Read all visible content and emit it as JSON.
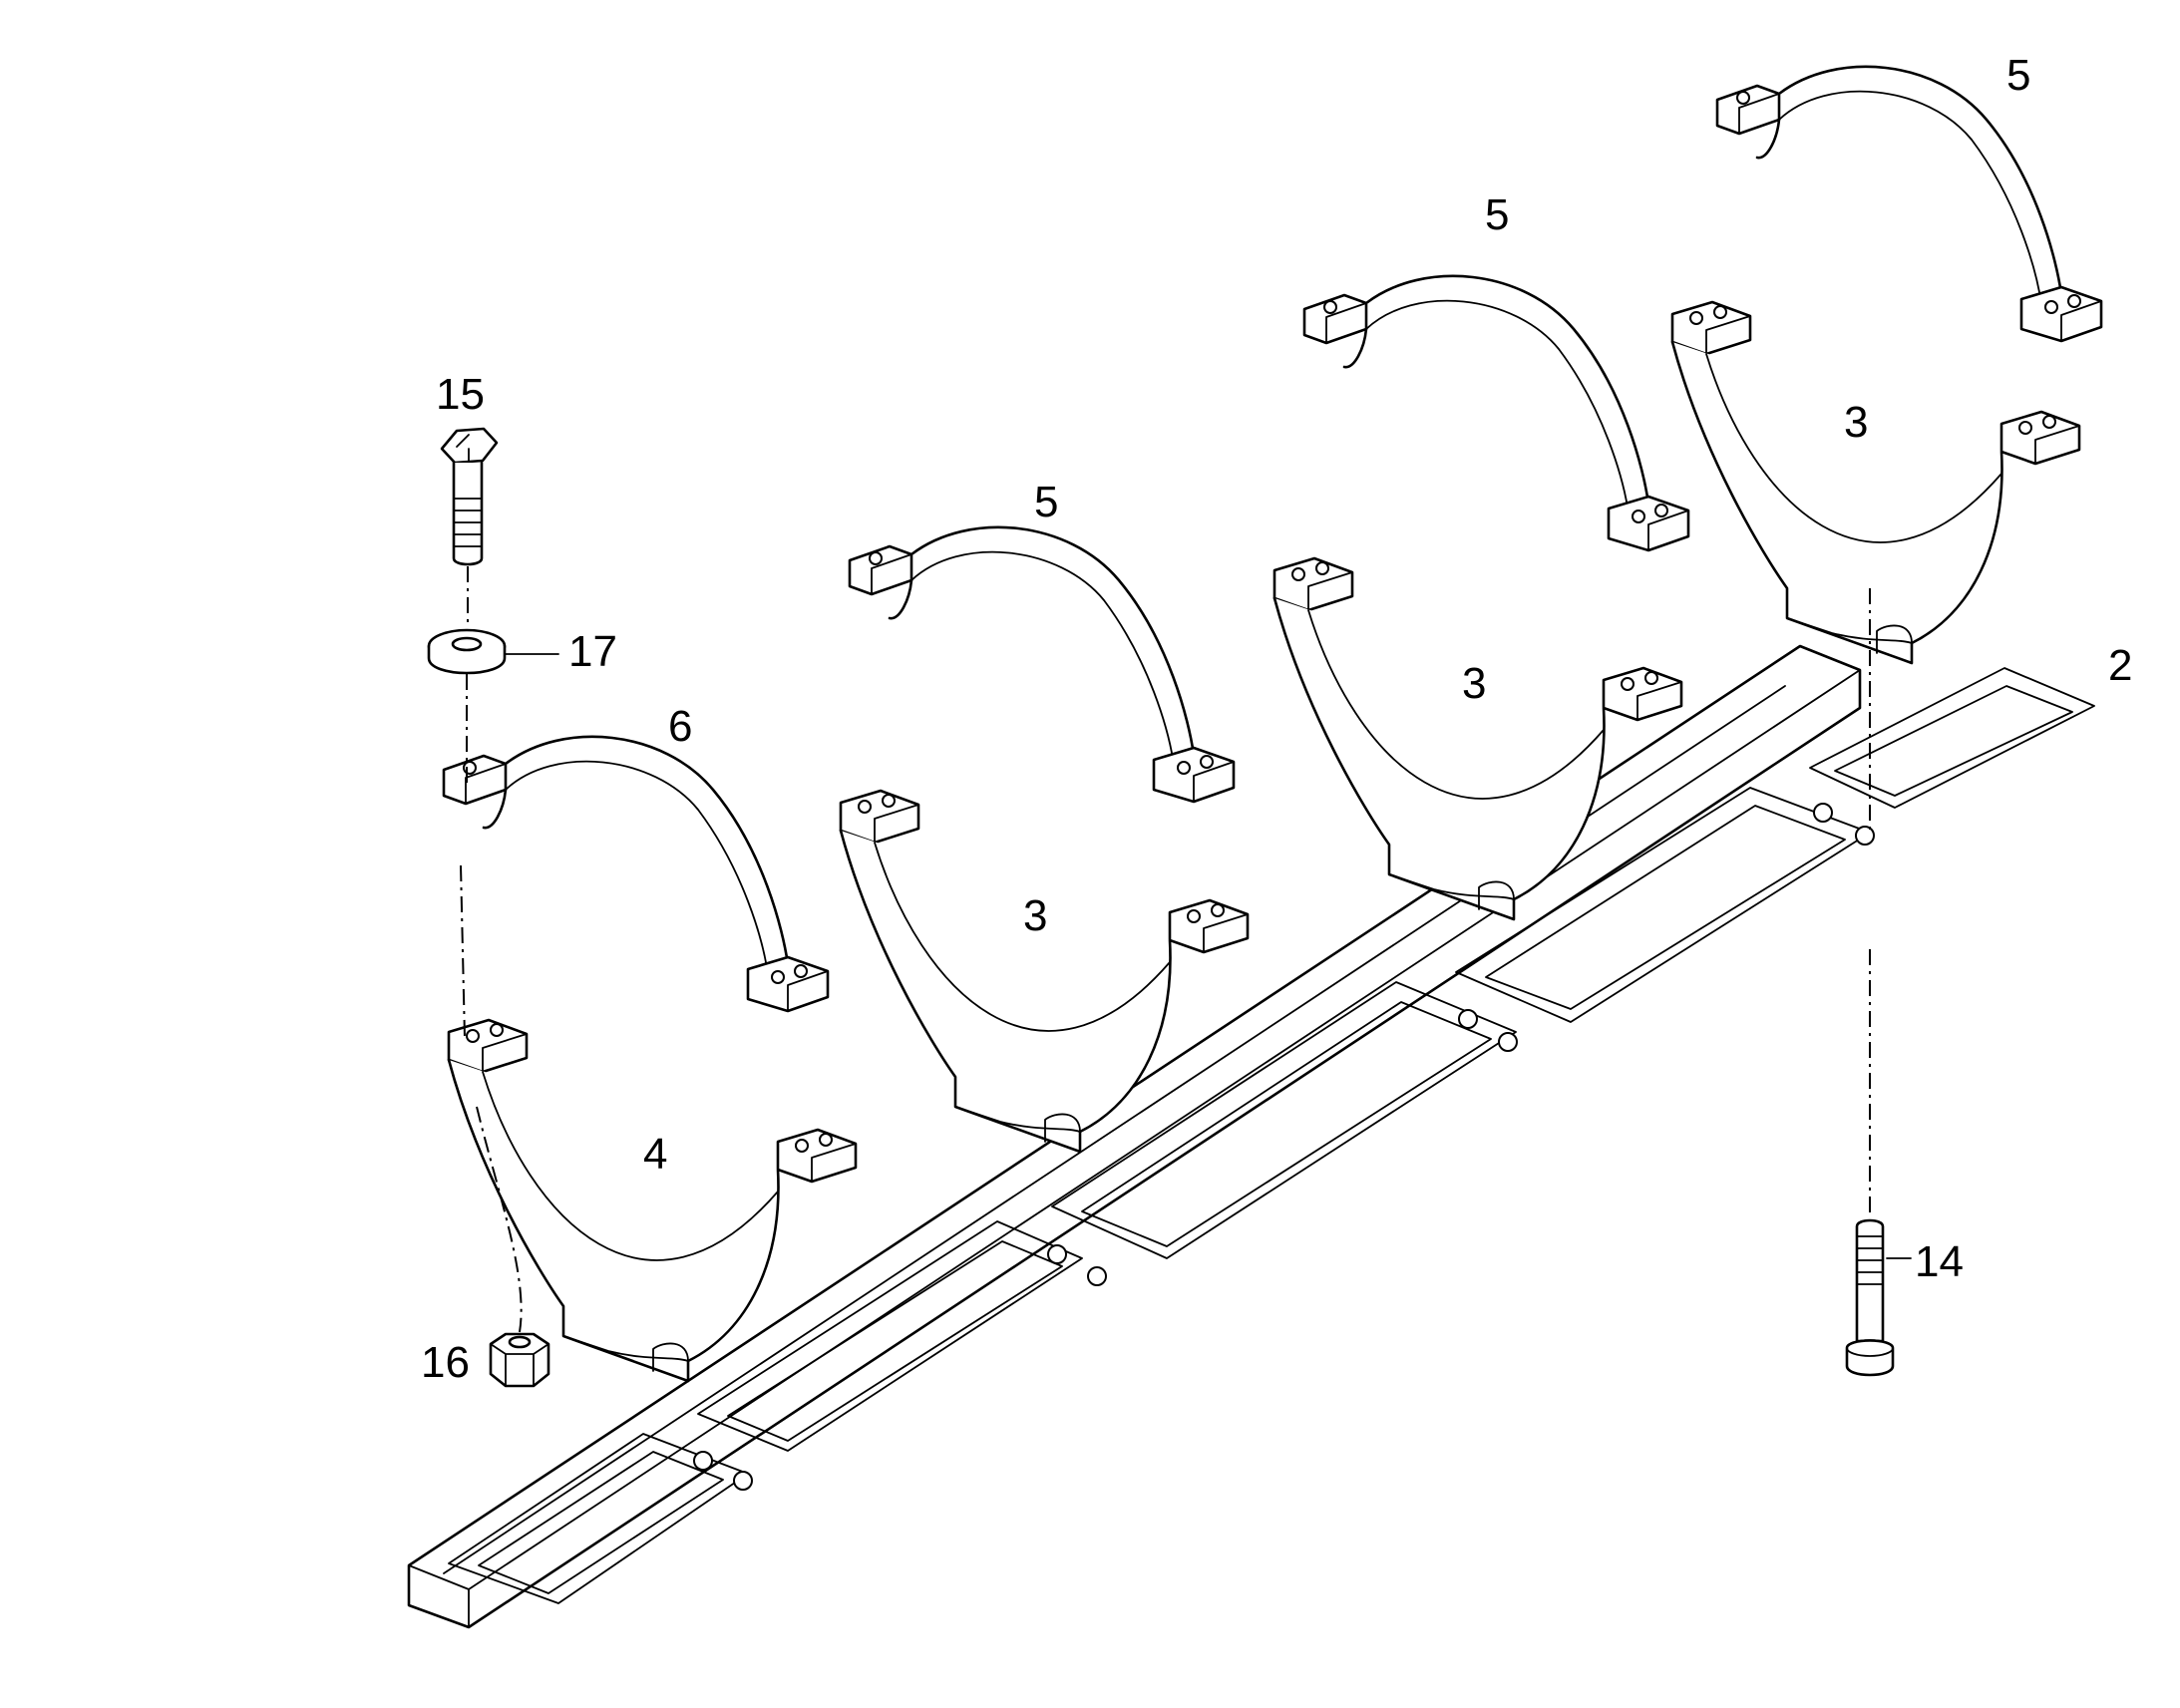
{
  "callouts": {
    "c2": "2",
    "c3a": "3",
    "c3b": "3",
    "c3c": "3",
    "c4": "4",
    "c5a": "5",
    "c5b": "5",
    "c5c": "5",
    "c6": "6",
    "c14": "14",
    "c15": "15",
    "c16": "16",
    "c17": "17"
  }
}
